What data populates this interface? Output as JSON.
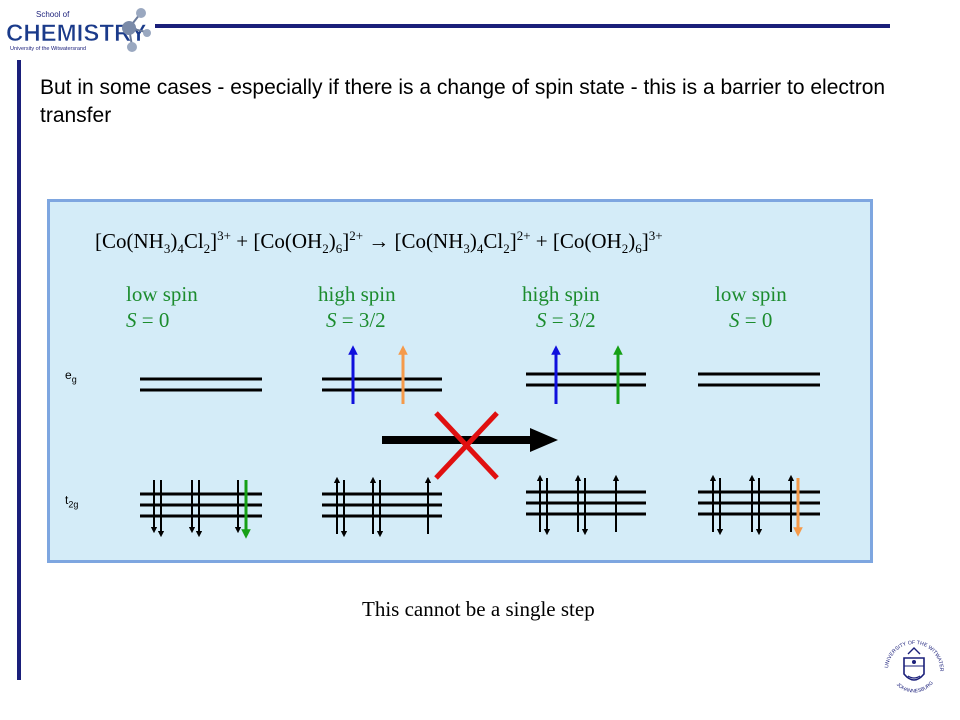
{
  "logo": {
    "line1": "School of",
    "line2": "CHEMISTRY",
    "line3": "University of the Witwatersrand"
  },
  "headline": "But in some cases -  especially if there is a change of spin state - this is a barrier to electron transfer",
  "equation": {
    "p1": "[Co(NH",
    "s1": "3",
    "p2": ")",
    "s2": "4",
    "p3": "Cl",
    "s3": "2",
    "p4": "]",
    "c1": "3+",
    "plus1": " + ",
    "p5": "[Co(OH",
    "s4": "2",
    "p6": ")",
    "s5": "6",
    "p7": "]",
    "c2": "2+",
    "arrow": " → ",
    "p8": "[Co(NH",
    "s6": "3",
    "p9": ")",
    "s7": "4",
    "p10": "Cl",
    "s8": "2",
    "p11": "]",
    "c3": "2+",
    "plus2": " + ",
    "p12": "[Co(OH",
    "s9": "2",
    "p13": ")",
    "s10": "6",
    "p14": "]",
    "c4": "3+"
  },
  "species": [
    {
      "spin_state": "low spin",
      "s_label": "S",
      "s_value": " = 0"
    },
    {
      "spin_state": "high spin",
      "s_label": "S",
      "s_value": " = 3/2"
    },
    {
      "spin_state": "high spin",
      "s_label": "S",
      "s_value": " = 3/2"
    },
    {
      "spin_state": "low spin",
      "s_label": "S",
      "s_value": " = 0"
    }
  ],
  "orbitals": {
    "eg_main": "e",
    "eg_sub": "g",
    "t2g_main": "t",
    "t2g_sub": "2g"
  },
  "caption": "This cannot be a single step",
  "colors": {
    "bar": "#1a1f7a",
    "panel": "#d4ecf8",
    "panel_border": "#7ea6e0",
    "spin_text": "#1c8c2e",
    "blue_arrow": "#1010dd",
    "orange_arrow": "#f59a4a",
    "green_arrow": "#16a016",
    "cross": "#e01010"
  },
  "crest": {
    "top_text": "UNIVERSITY OF THE WITWATERSRAND",
    "bottom_text": "JOHANNESBURG"
  }
}
